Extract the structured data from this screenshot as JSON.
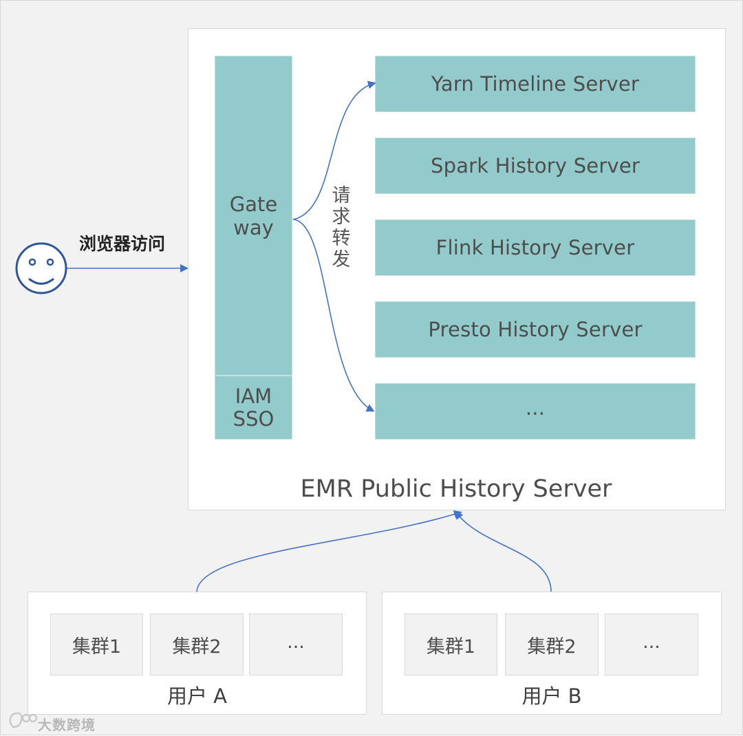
{
  "title": "EMR Public History Server",
  "user_action_label": "浏览器访问",
  "forward_label": [
    "请",
    "求",
    "转",
    "发"
  ],
  "gateway": {
    "line1": "Gate",
    "line2": "way"
  },
  "auth": {
    "line1": "IAM",
    "line2": "SSO"
  },
  "servers": [
    "Yarn Timeline Server",
    "Spark History Server",
    "Flink History Server",
    "Presto History Server",
    "..."
  ],
  "user_groups": [
    {
      "label": "用户 A",
      "clusters": [
        "集群1",
        "集群2",
        "..."
      ]
    },
    {
      "label": "用户 B",
      "clusters": [
        "集群1",
        "集群2",
        "..."
      ]
    }
  ],
  "watermark": "大数跨境",
  "colors": {
    "teal_box": "#93cbcc",
    "arrow": "#4472c4",
    "face": "#2f5597",
    "background": "#f2f2f2"
  },
  "icons": [
    "smiley-face-icon",
    "watermark-logo-icon"
  ]
}
